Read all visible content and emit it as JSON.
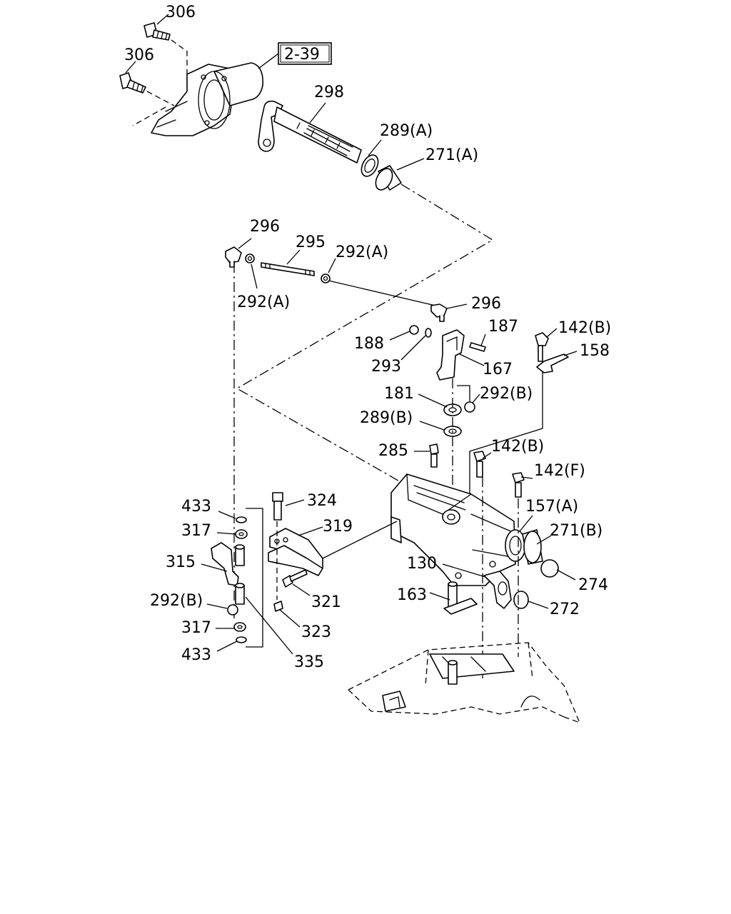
{
  "reference_box": "2-39",
  "labels": {
    "l306a": "306",
    "l306b": "306",
    "l298": "298",
    "l289A": "289(A)",
    "l271A": "271(A)",
    "l296a": "296",
    "l295": "295",
    "l292Aa": "292(A)",
    "l292Ab": "292(A)",
    "l296b": "296",
    "l187": "187",
    "l142Ba": "142(B)",
    "l188": "188",
    "l158": "158",
    "l293": "293",
    "l167": "167",
    "l181": "181",
    "l292Ba": "292(B)",
    "l289B": "289(B)",
    "l285": "285",
    "l142Bb": "142(B)",
    "l142F": "142(F)",
    "l433a": "433",
    "l324": "324",
    "l157A": "157(A)",
    "l319": "319",
    "l317a": "317",
    "l271B": "271(B)",
    "l315": "315",
    "l130": "130",
    "l274": "274",
    "l321": "321",
    "l163": "163",
    "l292Bb": "292(B)",
    "l272": "272",
    "l323": "323",
    "l317b": "317",
    "l433b": "433",
    "l335": "335"
  }
}
